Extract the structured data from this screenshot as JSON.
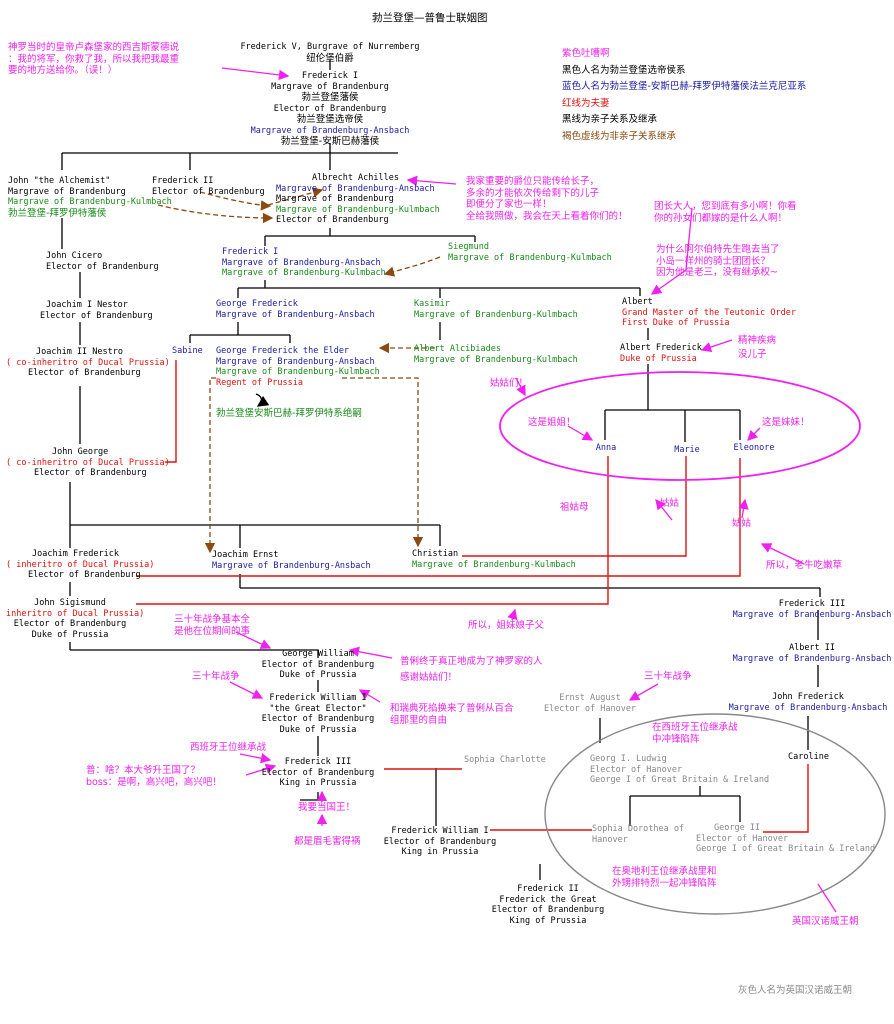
{
  "title": "勃兰登堡—普鲁士联姻图",
  "legend": {
    "purple": "紫色吐嘈啊",
    "black": "黑色人名为勃兰登堡选帝侯系",
    "blue": "蓝色人名为勃兰登堡-安斯巴赫-拜罗伊特藩侯法兰克尼亚系",
    "red": "红线为夫妻",
    "blackline": "黑线为亲子关系及继承",
    "brown": "褐色虚线为非亲子关系继承"
  },
  "footer": "灰色人名为英国汉诺威王朝",
  "persons": {
    "frederick_v": {
      "name": "Frederick V, Burgrave of Nurremberg",
      "cn": "纽伦堡伯爵"
    },
    "frederick_i": {
      "l1": "Frederick I",
      "l2": "Margrave of Brandenburg",
      "cn1": "勃兰登堡藩侯",
      "l3": "Elector of Brandenburg",
      "cn2": "勃兰登堡选帝侯",
      "l4": "Margrave of Brandenburg-Ansbach",
      "cn3": "勃兰登堡-安斯巴赫藩侯"
    },
    "john_alchemist": {
      "l1": "John \"the Alchemist\"",
      "l2": "Margrave of Brandenburg",
      "l3": "Margrave of Brandenburg-Kulmbach",
      "cn": "勃兰登堡-拜罗伊特藩侯"
    },
    "frederick_ii": {
      "l1": "Frederick II",
      "l2": "Elector of Brandenburg"
    },
    "albrecht": {
      "l1": "Albrecht Achilles",
      "l2": "Margrave of Brandenburg-Ansbach",
      "l3": "Margrave of Brandenburg",
      "l4": "Margrave of Brandenburg-Kulmbach",
      "l5": "Elector of Brandenburg"
    },
    "john_cicero": {
      "l1": "John Cicero",
      "l2": "Elector of Brandenburg"
    },
    "frederick_i_ans": {
      "l1": "Frederick I",
      "l2": "Margrave of Brandenburg-Ansbach",
      "l3": "Margrave of Brandenburg-Kulmbach"
    },
    "siegmund": {
      "l1": "Siegmund",
      "l2": "Margrave of Brandenburg-Kulmbach"
    },
    "joachim_i": {
      "l1": "Joachim I Nestor",
      "l2": "Elector of Brandenburg"
    },
    "george_frederick": {
      "l1": "George Frederick",
      "l2": "Margrave of Brandenburg-Ansbach"
    },
    "kasimir": {
      "l1": "Kasimir",
      "l2": "Margrave of Brandenburg-Kulmbach"
    },
    "albert": {
      "l1": "Albert",
      "l2": "Grand Master of the Teutonic Order",
      "l3": "First Duke of Prussia"
    },
    "joachim_ii": {
      "l1": "Joachim II Nestro",
      "l2": "( co-inheritro of Ducal Prussia)",
      "l3": "Elector of Brandenburg"
    },
    "sabine": {
      "l1": "Sabine"
    },
    "gf_elder": {
      "l1": "George Frederick the Elder",
      "l2": "Margrave of Brandenburg-Ansbach",
      "l3": "Margrave of Brandenburg-Kulmbach",
      "l4": "Regent of Prussia",
      "cn": "勃兰登堡安斯巴赫-拜罗伊特系绝嗣"
    },
    "albert_alcibiades": {
      "l1": "Albert Alcibiades",
      "l2": "Margrave of Brandenburg-Kulmbach"
    },
    "albert_frederick": {
      "l1": "Albert Frederick",
      "l2": "Duke of Prussia"
    },
    "anna": {
      "l1": "Anna"
    },
    "marie": {
      "l1": "Marie"
    },
    "eleonore": {
      "l1": "Eleonore"
    },
    "john_george": {
      "l1": "John George",
      "l2": "( co-inheritro of Ducal Prussia)",
      "l3": "Elector of Brandenburg"
    },
    "joachim_frederick": {
      "l1": "Joachim Frederick",
      "l2": "( inheritro of Ducal Prussia)",
      "l3": "Elector of Brandenburg"
    },
    "joachim_ernst": {
      "l1": "Joachim Ernst",
      "l2": "Margrave of Brandenburg-Ansbach"
    },
    "christian": {
      "l1": "Christian",
      "l2": "Margrave of Brandenburg-Kulmbach"
    },
    "john_sigismund": {
      "l1": "John Sigismund",
      "l2": "( inheritro of Ducal Prussia)",
      "l3": "Elector of Brandenburg",
      "l4": "Duke of Prussia"
    },
    "frederick_iii_ans": {
      "l1": "Frederick III",
      "l2": "Margrave of Brandenburg-Ansbach"
    },
    "albert_ii": {
      "l1": "Albert II",
      "l2": "Margrave of Brandenburg-Ansbach"
    },
    "george_william": {
      "l1": "George William",
      "l2": "Elector of Brandenburg",
      "l3": "Duke of Prussia"
    },
    "great_elector": {
      "l1": "Frederick William I",
      "l2": "\"the Great Elector\"",
      "l3": "Elector of Brandenburg",
      "l4": "Duke of Prussia"
    },
    "ernst_august": {
      "l1": "Ernst August",
      "l2": "Elector of Hanover"
    },
    "john_frederick": {
      "l1": "John Frederick",
      "l2": "Margrave of Brandenburg-Ansbach"
    },
    "frederick_iii": {
      "l1": "Frederick III",
      "l2": "Elector of Brandenburg",
      "l3": "King in Prussia"
    },
    "sophia_charlotte": {
      "l1": "Sophia Charlotte"
    },
    "georg_ludwig": {
      "l1": "Georg I. Ludwig",
      "l2": "Elector of Hanover",
      "l3": "George I of Great Britain & Ireland"
    },
    "caroline": {
      "l1": "Caroline"
    },
    "fwi_king": {
      "l1": "Frederick William I",
      "l2": "Elector of Brandenburg",
      "l3": "King in Prussia"
    },
    "sophia_dorothea": {
      "l1": "Sophia Dorothea of",
      "l2": "Hanover"
    },
    "george_ii": {
      "l1": "George II",
      "l2": "Elector of Hanover",
      "l3": "George I of Great Britain & Ireland"
    },
    "frederick_great": {
      "l1": "Frederick II",
      "l2": "Frederick the Great",
      "l3": "Elector of Brandenburg",
      "l4": "King of Prussia"
    }
  },
  "notes": {
    "n1a": "神罗当时的皇帝卢森堡家的西吉斯蒙德说",
    "n1b": "：我的将军，你救了我，所以我把我最重",
    "n1c": "要的地方送给你。（误！）",
    "n2a": "我家重要的爵位只能传给长子，",
    "n2b": "多余的才能依次传给剩下的儿子",
    "n2c": "即便分了家也一样！",
    "n2d": "全给我照做，我会在天上看着你们的！",
    "n3a": "团长大人，您到底有多小啊！你看",
    "n3b": "你的孙女们都嫁的是什么人啊！",
    "n4a": "为什么阿尔伯特先生跑去当了",
    "n4b": "小岛一样州的骑士团团长？",
    "n4c": "因为他是老三，没有继承权~",
    "n5a": "精神疾病",
    "n5b": "没儿子",
    "n6": "姑姑们！",
    "n7": "这是姐姐！",
    "n8": "这是妹妹！",
    "n9": "姑姑",
    "n10": "姑姑",
    "n11": "祖姑母",
    "n12": "所以，老牛吃嫩草",
    "n13": "所以，姐妹娘子父",
    "n14a": "三十年战争基本全",
    "n14b": "是他在位期间的事",
    "n15a": "普俐终于真正地成为了神罗家的人",
    "n15b": "感谢姑姑们！",
    "n16": "三十年战争",
    "n17a": "和瑞典死掐换来了普俐从百合",
    "n17b": "组那里的自由",
    "n18": "三十年战争",
    "n19": "西班牙王位继承战",
    "n20a": "普：啥？本大爷升王国了？",
    "n20b": "boss：是啊，高兴吧，高兴吧！",
    "n21": "我要当国王！",
    "n22": "都是眉毛害得祸",
    "n23a": "在西班牙王位继承战",
    "n23b": "中冲锋陷阵",
    "n24a": "在奥地利王位继承战里和",
    "n24b": "外甥排特烈一起冲锋陷阵",
    "n25": "英国汉诺威王朝"
  }
}
